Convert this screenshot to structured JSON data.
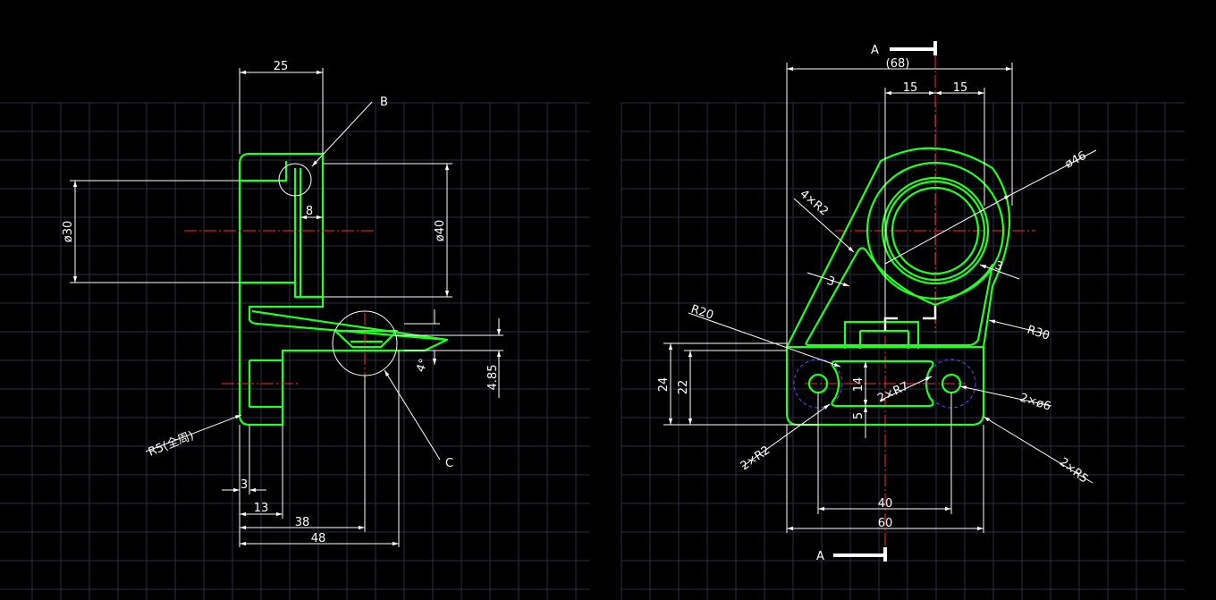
{
  "colors": {
    "background": "#000000",
    "grid": "#2a2f44",
    "outline": "#22ff22",
    "dimension": "#ffffff",
    "centerline": "#ff2a2a",
    "hidden": "#5b4cff"
  },
  "left_view": {
    "dims": {
      "top_width": "25",
      "hole_dia": "ø30",
      "boss_dia": "ø40",
      "slot_width": "8",
      "angle": "4°",
      "gap": "4.85",
      "offset_3": "3",
      "offset_13": "13",
      "offset_38": "38",
      "offset_48": "48",
      "fillet_note": "R5(全周)"
    },
    "callouts": {
      "b": "B",
      "c": "C"
    }
  },
  "right_view": {
    "section_label_top": "A",
    "section_label_bottom": "A",
    "dims": {
      "overall_width": "(68)",
      "half_left": "15",
      "half_right": "15",
      "ring_dia": "ø46",
      "fillet_r2": "4×R2",
      "wall_left": "3",
      "wall_right": "3",
      "radius_20": "R20",
      "radius_30": "R30",
      "height_24": "24",
      "height_22": "22",
      "slot_14": "14",
      "slot_5": "5",
      "slot_r7": "2×R7",
      "holes_dia": "2×ø6",
      "corner_r2": "2×R2",
      "corner_r5": "2×R5",
      "width_40": "40",
      "width_60": "60"
    }
  }
}
